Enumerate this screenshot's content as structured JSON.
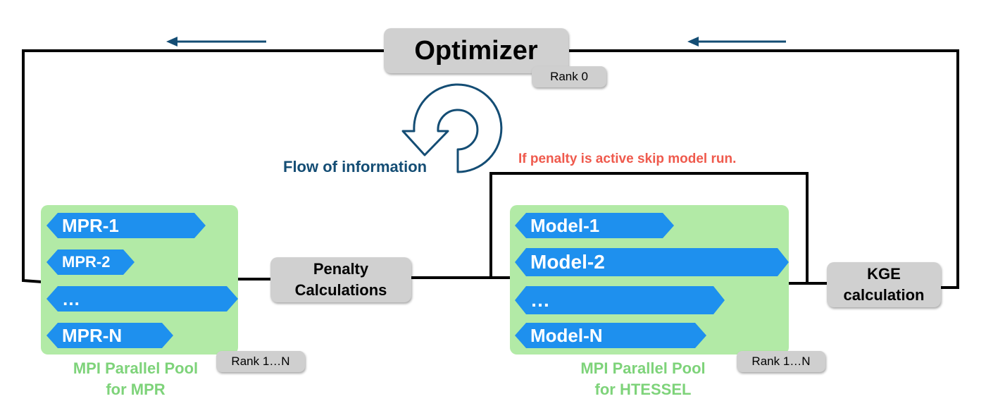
{
  "optimizer": {
    "label": "Optimizer",
    "rank": "Rank 0"
  },
  "flow_label": "Flow of information",
  "penalty_note": "If penalty is active skip model run.",
  "penalty_box": {
    "line1": "Penalty",
    "line2": "Calculations"
  },
  "kge_box": {
    "line1": "KGE",
    "line2": "calculation"
  },
  "mpr_pool": {
    "items": [
      "MPR-1",
      "MPR-2",
      "…",
      "MPR-N"
    ],
    "rank": "Rank 1…N",
    "label_line1": "MPI Parallel Pool",
    "label_line2": "for MPR"
  },
  "model_pool": {
    "items": [
      "Model-1",
      "Model-2",
      "…",
      "Model-N"
    ],
    "rank": "Rank 1…N",
    "label_line1": "MPI Parallel Pool",
    "label_line2": "for HTESSEL"
  },
  "colors": {
    "line": "#000000",
    "arrow": "#144d74",
    "pool": "#b2eaa6",
    "chevron": "#1e90ee",
    "pool_label": "#7ed37a",
    "warning": "#ef5a4d",
    "box": "#d0d0d0"
  },
  "icons": [
    "arrow-left-icon",
    "circular-arrow-icon"
  ]
}
